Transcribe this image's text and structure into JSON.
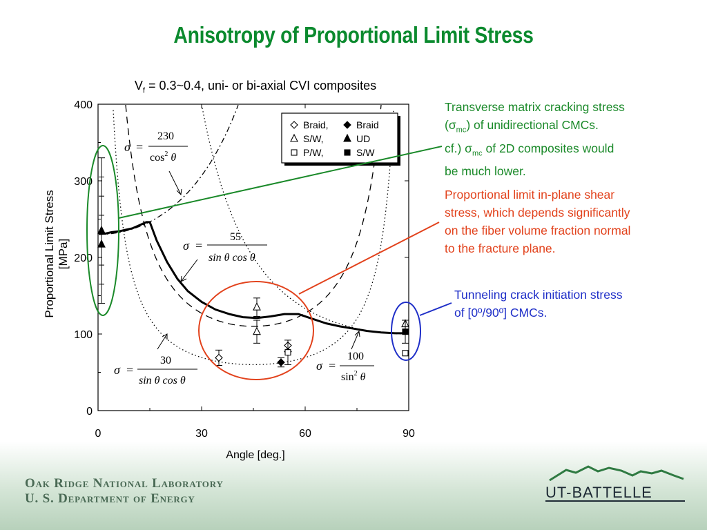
{
  "slide": {
    "title": "Anisotropy of Proportional Limit Stress",
    "footer_line1": "Oak Ridge National Laboratory",
    "footer_line2": "U. S. Department of Energy",
    "logo_text": "UT-BATTELLE"
  },
  "notes": {
    "transverse": {
      "l1": "Transverse matrix cracking stress",
      "l2a": "(",
      "sym": "σ",
      "sub": "mc",
      "l2b": ") of unidirectional CMCs.",
      "l3a": "cf.) ",
      "l3b": " of 2D composites would",
      "l4": "be much lower."
    },
    "shear": {
      "l1": "Proportional limit in-plane shear",
      "l2": "stress, which depends significantly",
      "l3": "on the fiber volume fraction normal",
      "l4": "to the fracture plane."
    },
    "tunneling": {
      "l1": "Tunneling crack initiation stress",
      "l2": "of [0º/90º] CMCs."
    }
  },
  "chart_data": {
    "type": "scatter",
    "title_main": "V",
    "title_sub": "f",
    "title_rest": " = 0.3~0.4, uni- or bi-axial CVI composites",
    "xlabel": "Angle [deg.]",
    "ylabel": "Proportional Limit Stress [MPa]",
    "xlim": [
      0,
      90
    ],
    "ylim": [
      0,
      400
    ],
    "xticks": [
      "0",
      "30",
      "60",
      "90"
    ],
    "yticks": [
      "0",
      "100",
      "200",
      "300",
      "400"
    ],
    "legend_position": "top-right",
    "legend": [
      {
        "marker": "diamond-open",
        "label": "Braid,"
      },
      {
        "marker": "diamond-filled",
        "label": "Braid"
      },
      {
        "marker": "triangle-open",
        "label": "S/W,"
      },
      {
        "marker": "triangle-filled",
        "label": "UD"
      },
      {
        "marker": "square-open",
        "label": "P/W,"
      },
      {
        "marker": "square-filled",
        "label": "S/W"
      }
    ],
    "series": [
      {
        "marker": "triangle-filled",
        "points": [
          {
            "x": 1,
            "y": 235,
            "err": 95
          },
          {
            "x": 1,
            "y": 217
          }
        ]
      },
      {
        "marker": "triangle-open",
        "points": [
          {
            "x": 46,
            "y": 135,
            "err": 12
          },
          {
            "x": 46,
            "y": 103,
            "err": 15
          },
          {
            "x": 89,
            "y": 113
          }
        ]
      },
      {
        "marker": "diamond-open",
        "points": [
          {
            "x": 35,
            "y": 69,
            "err": 10
          },
          {
            "x": 55,
            "y": 85
          },
          {
            "x": 55,
            "y": 77
          }
        ]
      },
      {
        "marker": "diamond-filled",
        "points": [
          {
            "x": 53,
            "y": 63,
            "err": 6
          }
        ]
      },
      {
        "marker": "square-open",
        "points": [
          {
            "x": 55,
            "y": 76,
            "err": 16
          },
          {
            "x": 89,
            "y": 75
          }
        ]
      },
      {
        "marker": "square-filled",
        "points": [
          {
            "x": 89,
            "y": 103,
            "err": 15
          }
        ]
      }
    ],
    "curves": [
      {
        "style": "dotted",
        "equation": "30 / (sin θ cos θ)"
      },
      {
        "style": "dashed",
        "equation": "100 / sin² θ"
      },
      {
        "style": "dash-dot",
        "equation": "230 / cos² θ"
      },
      {
        "style": "long-dash",
        "equation": "55 / (sin θ cos θ)"
      },
      {
        "style": "solid-thick",
        "equation": "fit",
        "points": [
          [
            0,
            232
          ],
          [
            2,
            231
          ],
          [
            4,
            233
          ],
          [
            6,
            234
          ],
          [
            8,
            236
          ],
          [
            10,
            238
          ],
          [
            12,
            242
          ],
          [
            14,
            246
          ],
          [
            15,
            246
          ],
          [
            17,
            222
          ],
          [
            20,
            194
          ],
          [
            23,
            172
          ],
          [
            26,
            156
          ],
          [
            30,
            142
          ],
          [
            34,
            132
          ],
          [
            38,
            126
          ],
          [
            42,
            122
          ],
          [
            46,
            121
          ],
          [
            50,
            123
          ],
          [
            54,
            126
          ],
          [
            58,
            126
          ],
          [
            62,
            120
          ],
          [
            66,
            114
          ],
          [
            70,
            110
          ],
          [
            74,
            107
          ],
          [
            78,
            104
          ],
          [
            82,
            102
          ],
          [
            86,
            101
          ],
          [
            89,
            101
          ]
        ]
      }
    ],
    "equations": {
      "eq230": {
        "sym": "σ",
        "eq": "=",
        "num": "230",
        "den_a": "cos",
        "den_sup": "2",
        "den_b": " θ"
      },
      "eq55": {
        "sym": "σ",
        "eq": "=",
        "num": "55",
        "den": "sin θ cos θ"
      },
      "eq30": {
        "sym": "σ",
        "eq": "=",
        "num": "30",
        "den": "sin θ cos θ"
      },
      "eq100": {
        "sym": "σ",
        "eq": "=",
        "num": "100",
        "den_a": "sin",
        "den_sup": "2",
        "den_b": " θ"
      }
    },
    "colors": {
      "annot_green": "#1b8a2a",
      "annot_red": "#e2421c",
      "annot_blue": "#1f2fc8",
      "title_green": "#0b8a2e"
    }
  }
}
